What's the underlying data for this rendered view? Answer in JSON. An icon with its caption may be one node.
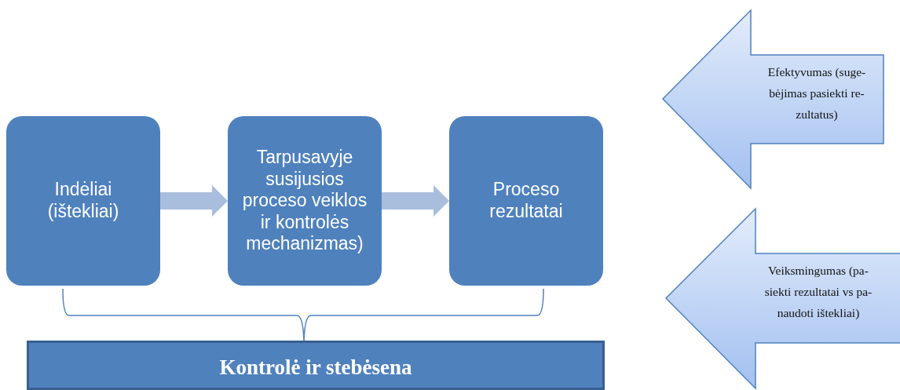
{
  "diagram": {
    "nodes": [
      {
        "text": [
          "Indėliai (ištekliai)"
        ]
      },
      {
        "text": [
          "Tarpusavyje susijusios proceso veiklos ir kontrolės mechanizmas)"
        ]
      },
      {
        "text": [
          "Proceso rezultatai"
        ]
      },
      {
        "text": [
          "Kontrolė ir stebėsena"
        ]
      },
      {
        "text": [
          "Efektyvumas (suge- bėjimas pasiekti re- zultatus)"
        ]
      },
      {
        "text": [
          "Veiksmingumas (pa- siekti rezultatai vs pa- naudoti ištekliai)"
        ]
      }
    ],
    "edges": [
      {
        "from": 0,
        "to": 1,
        "arrow": "to"
      },
      {
        "from": 1,
        "to": 2,
        "arrow": "to"
      }
    ]
  }
}
